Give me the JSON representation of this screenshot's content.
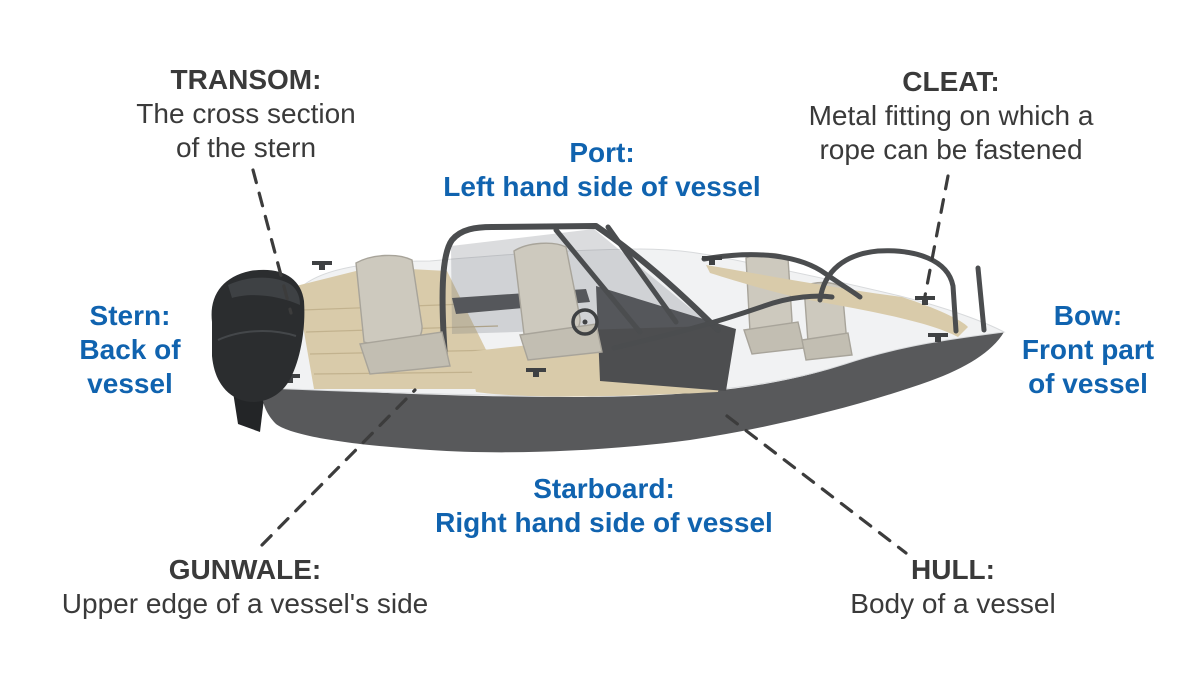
{
  "diagram": {
    "subject": "boat-parts-terminology",
    "labels": {
      "transom": {
        "term": "TRANSOM:",
        "line1": "The cross section",
        "line2": "of the stern"
      },
      "cleat": {
        "term": "CLEAT:",
        "line1": "Metal fitting on which a",
        "line2": "rope can be fastened"
      },
      "port": {
        "term": "Port:",
        "line1": "Left hand side of vessel"
      },
      "stern": {
        "term": "Stern:",
        "line1": "Back of",
        "line2": "vessel"
      },
      "bow": {
        "term": "Bow:",
        "line1": "Front part",
        "line2": "of vessel"
      },
      "starboard": {
        "term": "Starboard:",
        "line1": "Right hand side of vessel"
      },
      "gunwale": {
        "term": "GUNWALE:",
        "line1": "Upper edge of a vessel's side"
      },
      "hull": {
        "term": "HULL:",
        "line1": "Body of a vessel"
      }
    }
  },
  "colors": {
    "label_blue": "#1063af",
    "label_dark": "#3a3a3a",
    "connector_dark": "#3c3c3c",
    "hull_gray": "#58595b",
    "topsides_white": "#f1f2f3",
    "deck_beige": "#d9cbaa",
    "cockpit_dark": "#4d4e50",
    "seat_gray": "#cdc9be",
    "frame_gray": "#4b4d4f",
    "motor_dark": "#2b2d2f",
    "glass_tint": "rgba(110,115,122,0.25)"
  }
}
